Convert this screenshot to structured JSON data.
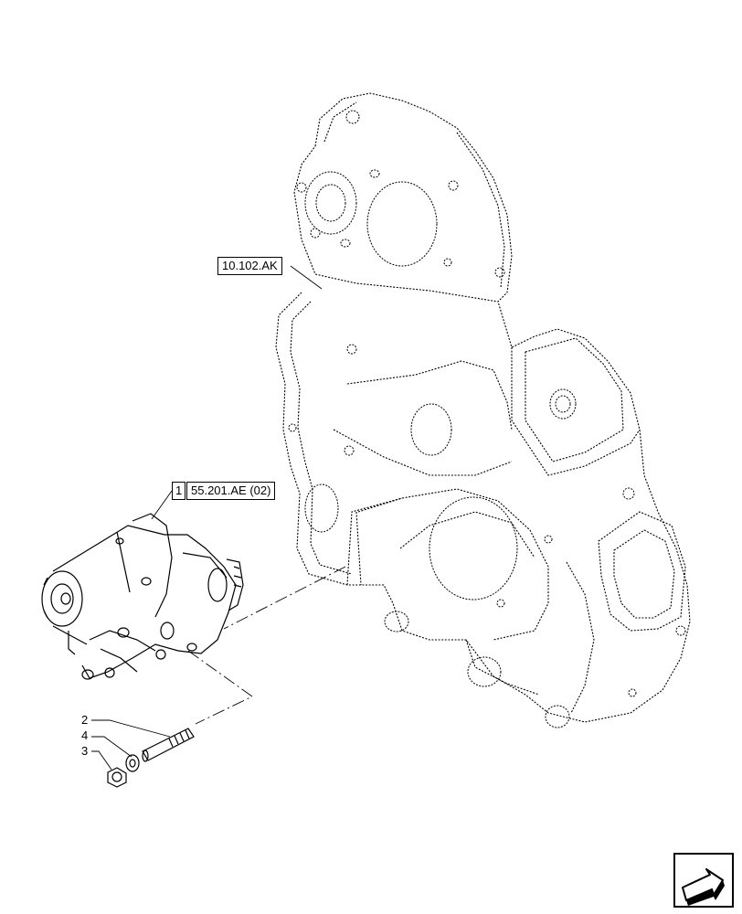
{
  "references": {
    "cover_ref": "10.102.AK",
    "starter_item": "1",
    "starter_ref": "55.201.AE (02)"
  },
  "callouts": {
    "bolt": "2",
    "washer": "4",
    "nut": "3"
  },
  "icons": {
    "nav": "next-page-arrow-icon"
  }
}
